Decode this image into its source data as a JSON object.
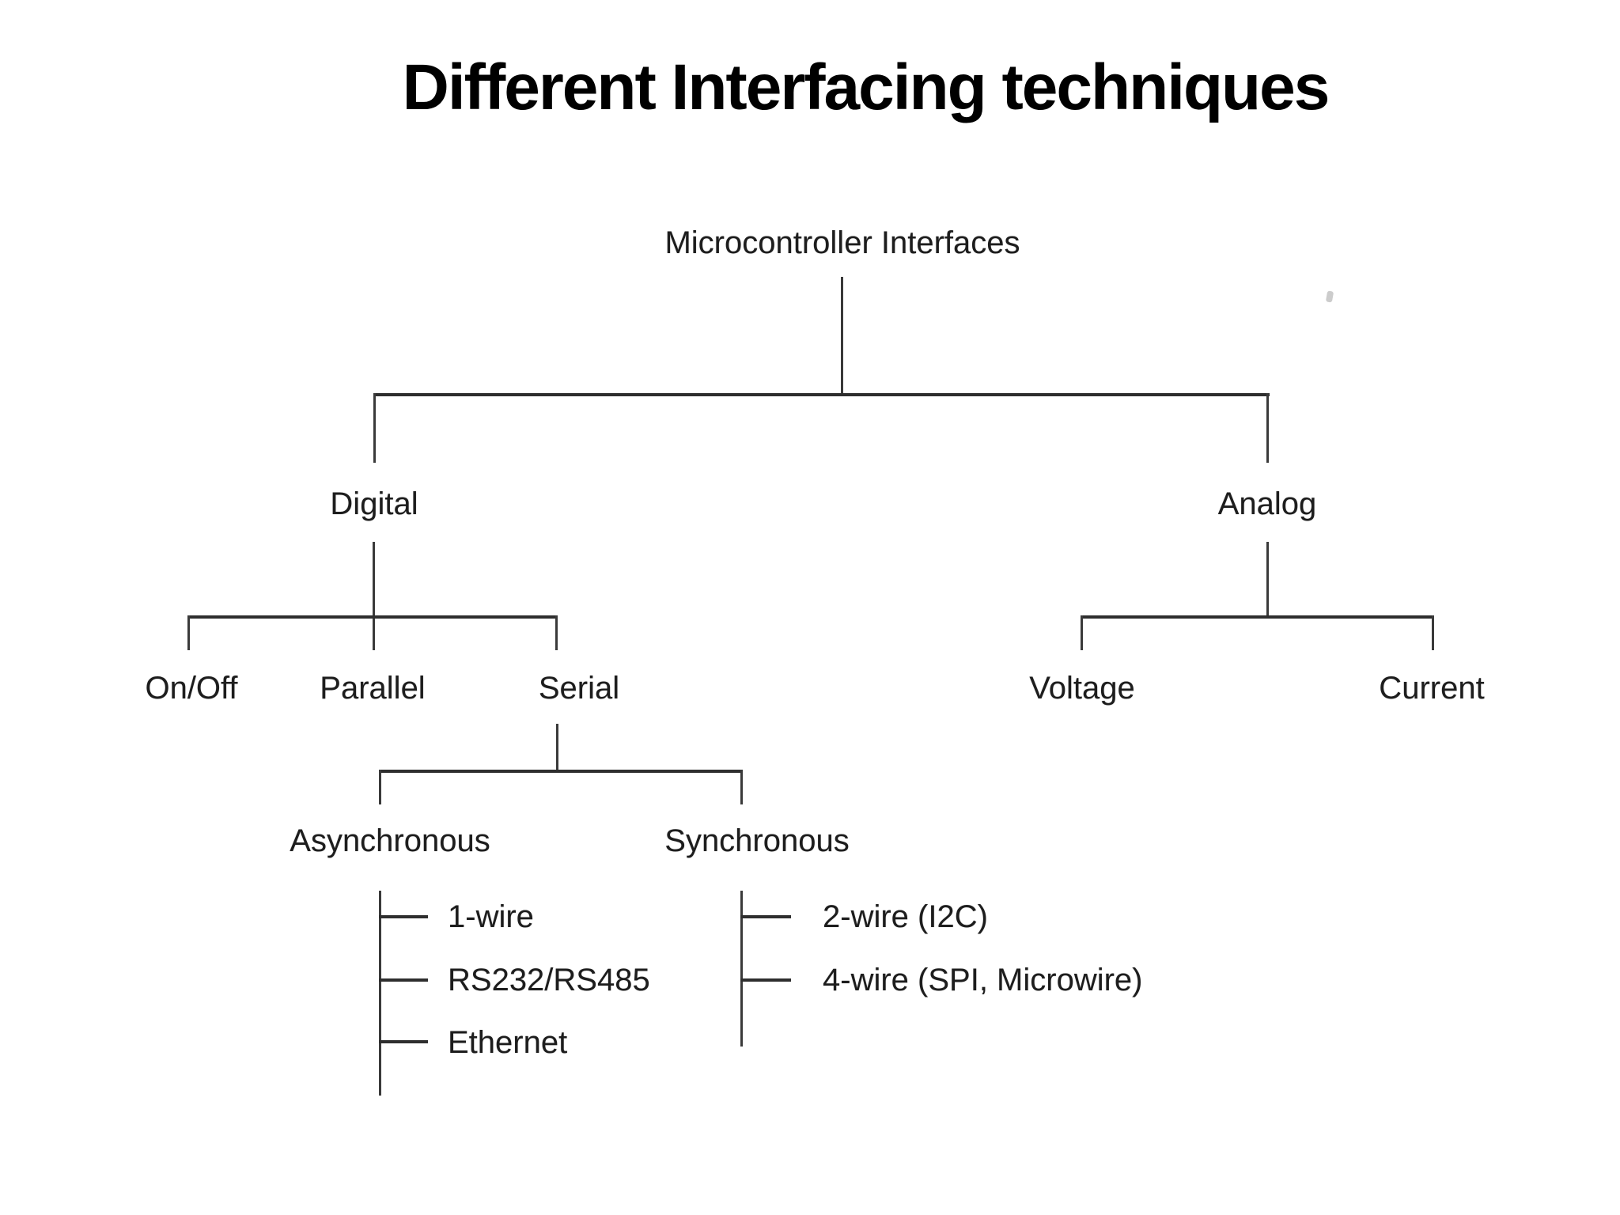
{
  "title": "Different Interfacing techniques",
  "tree": {
    "root": {
      "label": "Microcontroller Interfaces"
    },
    "digital": {
      "label": "Digital"
    },
    "analog": {
      "label": "Analog"
    },
    "onoff": {
      "label": "On/Off"
    },
    "parallel": {
      "label": "Parallel"
    },
    "serial": {
      "label": "Serial"
    },
    "voltage": {
      "label": "Voltage"
    },
    "current": {
      "label": "Current"
    },
    "asynchronous": {
      "label": "Asynchronous"
    },
    "synchronous": {
      "label": "Synchronous"
    },
    "async_items": [
      {
        "label": "1-wire"
      },
      {
        "label": "RS232/RS485"
      },
      {
        "label": "Ethernet"
      }
    ],
    "sync_items": [
      {
        "label": "2-wire (I2C)"
      },
      {
        "label": "4-wire (SPI, Microwire)"
      }
    ]
  },
  "colors": {
    "background": "#ffffff",
    "title": "#000000",
    "text": "#1d1d1d",
    "line": "#3a3a3a",
    "barline": "#2e2e2e"
  }
}
